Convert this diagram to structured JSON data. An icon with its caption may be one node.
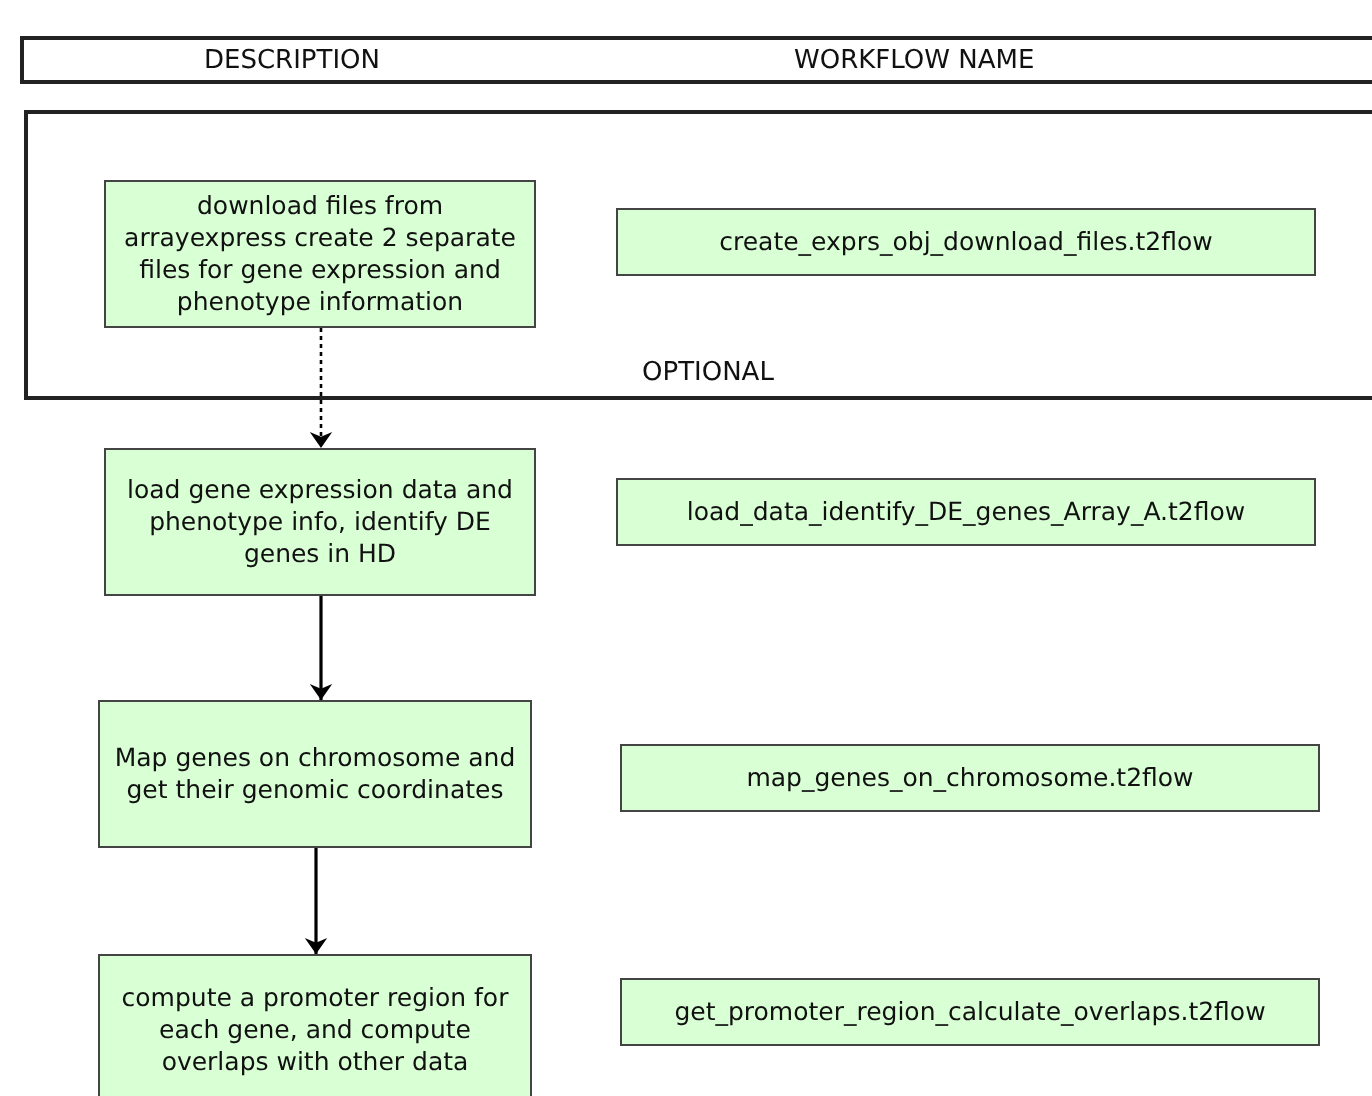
{
  "diagram": {
    "nodes": [
      {
        "text": [
          "DESCRIPTION",
          "WORKFLOW NAME"
        ]
      },
      {
        "text": [
          "OPTIONAL"
        ]
      },
      {
        "text": [
          "download files from arrayexpress create 2 separate files for gene expression and phenotype information"
        ],
        "in": 1
      },
      {
        "text": [
          "create_exprs_obj_download_files.t2flow"
        ],
        "in": 1
      },
      {
        "text": [
          "load gene expression data and phenotype info, identify DE genes in HD"
        ]
      },
      {
        "text": [
          "load_data_identify_DE_genes_Array_A.t2flow"
        ]
      },
      {
        "text": [
          "Map genes on chromosome and get their genomic coordinates"
        ]
      },
      {
        "text": [
          "map_genes_on_chromosome.t2flow"
        ]
      },
      {
        "text": [
          "compute a promoter region for each gene, and compute overlaps with other data"
        ]
      },
      {
        "text": [
          "get_promoter_region_calculate_overlaps.t2flow"
        ]
      }
    ],
    "edges": [
      {
        "from": 2,
        "to": 4,
        "arrow": "to",
        "style": "dashed"
      },
      {
        "from": 4,
        "to": 6,
        "arrow": "to"
      },
      {
        "from": 6,
        "to": 8,
        "arrow": "to"
      }
    ]
  }
}
